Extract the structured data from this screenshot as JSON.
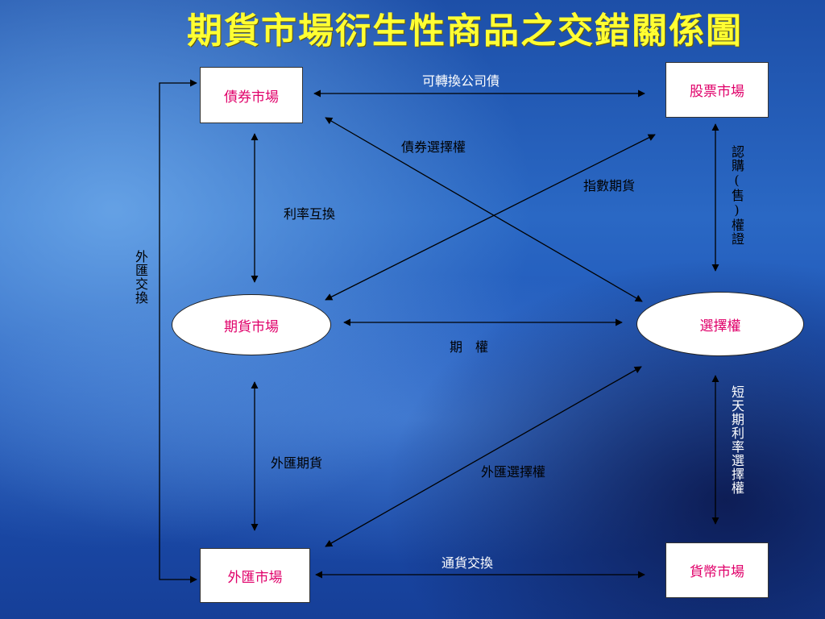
{
  "title": "期貨市場衍生性商品之交錯關係圖",
  "nodes": {
    "bond_market": "債券市場",
    "stock_market": "股票市場",
    "futures_market": "期貨市場",
    "options": "選擇權",
    "fx_market": "外匯市場",
    "money_market": "貨幣市場"
  },
  "edges": {
    "convertible_bond": "可轉換公司債",
    "bond_options": "債券選擇權",
    "index_futures": "指數期貨",
    "interest_rate_swap": "利率互換",
    "warrants": "認購(售)權證",
    "futures_options": "期　權",
    "fx_futures": "外匯期貨",
    "fx_options": "外匯選擇權",
    "short_term_rate_options": "短天期利率選擇權",
    "currency_swap": "通貨交換",
    "fx_swap": "外匯交換"
  },
  "colors": {
    "title": "#ffff33",
    "node_text": "#e0006a",
    "line": "#000000"
  }
}
